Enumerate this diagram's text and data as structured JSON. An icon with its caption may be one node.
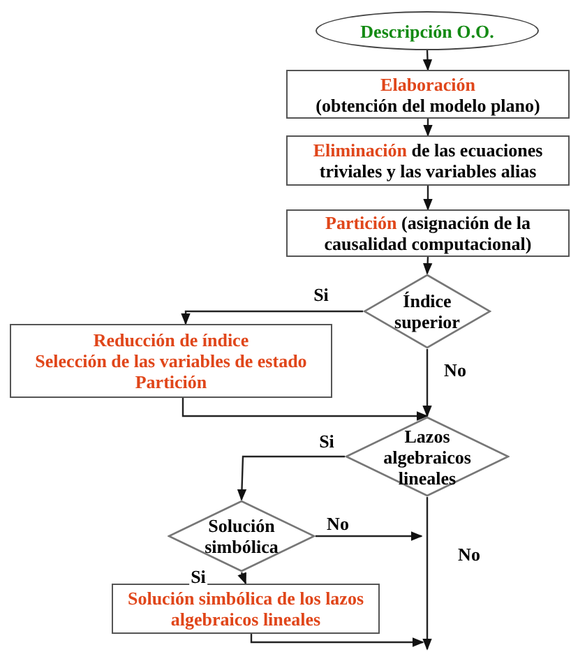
{
  "diagram": {
    "nodes": [
      {
        "text": [
          "Descripción O.O."
        ]
      },
      {
        "text": [
          "Elaboración",
          "(obtención del modelo plano)"
        ]
      },
      {
        "text": [
          "**Eliminación** de las ecuaciones triviales y las variables alias"
        ]
      },
      {
        "text": [
          "**Partición** (asignación de la causalidad computacional)"
        ]
      },
      {
        "text": [
          "Índice superior"
        ]
      },
      {
        "text": [
          "Reducción de índice",
          "Selección de las variables de estado",
          "Partición"
        ]
      },
      {
        "text": [
          "Lazos algebraicos lineales"
        ]
      },
      {
        "text": [
          "Solución simbólica"
        ]
      },
      {
        "text": [
          "Solución simbólica de los lazos algebraicos lineales"
        ]
      }
    ],
    "edges": [
      {
        "from": 0,
        "to": 1,
        "arrow": "to"
      },
      {
        "from": 1,
        "to": 2,
        "arrow": "to"
      },
      {
        "from": 2,
        "to": 3,
        "arrow": "to"
      },
      {
        "from": 3,
        "to": 4,
        "arrow": "to"
      },
      {
        "from": 4,
        "to": 5,
        "arrow": "to",
        "label": "Si"
      },
      {
        "from": 4,
        "to": 6,
        "arrow": "to",
        "label": "No"
      },
      {
        "from": 5,
        "to": 6,
        "arrow": "to"
      },
      {
        "from": 6,
        "to": 7,
        "arrow": "to",
        "label": "Si"
      },
      {
        "from": 7,
        "to": 8,
        "arrow": "to",
        "label": "Si"
      },
      {
        "from": 7,
        "to": null,
        "arrow": "to",
        "label": "No"
      },
      {
        "from": 6,
        "to": null,
        "arrow": "to",
        "label": "No"
      },
      {
        "from": 8,
        "to": null,
        "arrow": "to"
      }
    ]
  }
}
